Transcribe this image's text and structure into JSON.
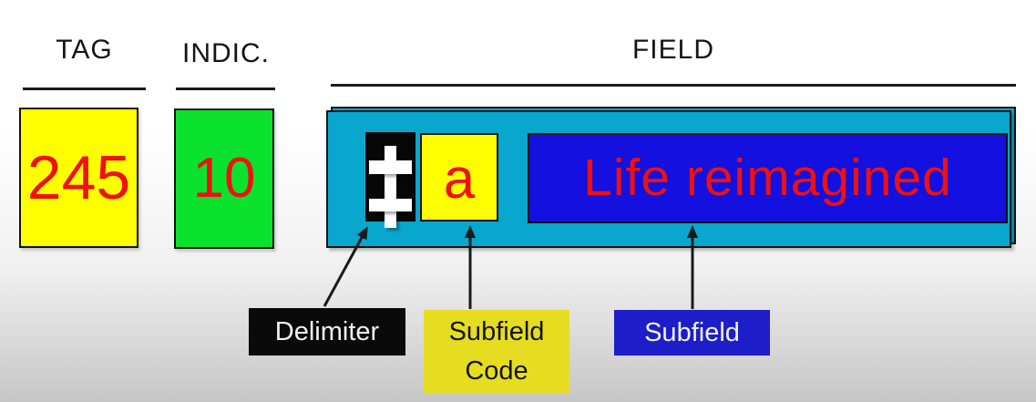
{
  "headers": {
    "tag": "TAG",
    "indicator": "INDIC.",
    "field": "FIELD"
  },
  "tag": {
    "value": "245"
  },
  "indicator": {
    "value": "10"
  },
  "field": {
    "delimiter_icon": "double-dagger",
    "subfield_code": "a",
    "subfield_text": "Life reimagined"
  },
  "callouts": {
    "delimiter": "Delimiter",
    "subfield_code": "Subfield Code",
    "subfield": "Subfield"
  },
  "colors": {
    "tag_fill": "#ffff00",
    "indicator_fill": "#0ae22e",
    "field_fill": "#09a6ce",
    "delimiter_fill": "#070707",
    "subfield_code_fill": "#ffff00",
    "subfield_fill": "#1310e0",
    "red_text": "#ee1111",
    "callout_delimiter_fill": "#0a0a0a",
    "callout_subfield_code_fill": "#e6dd20",
    "callout_subfield_fill": "#1d1dc9",
    "arrow_color": "#1a1a1a"
  }
}
